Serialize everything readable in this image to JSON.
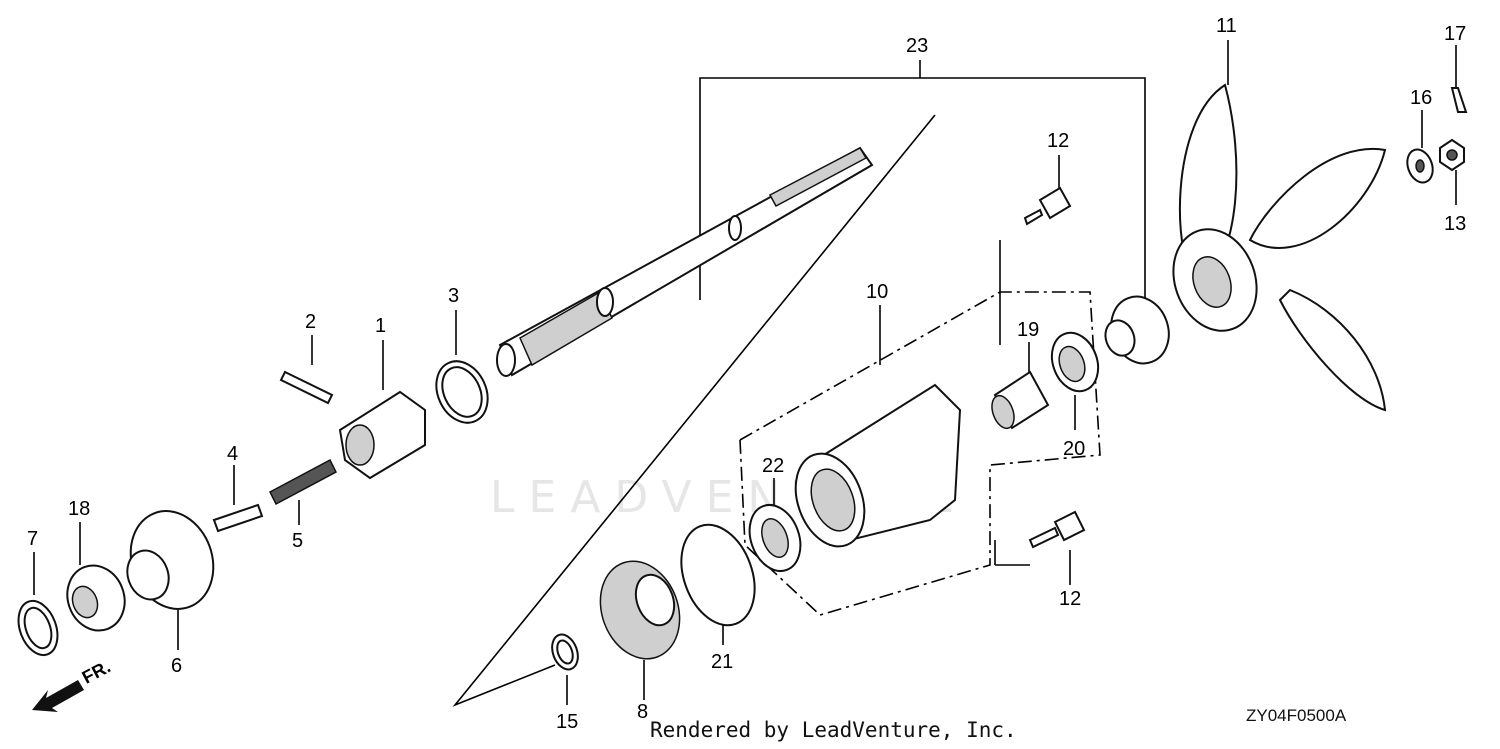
{
  "diagram": {
    "callouts": {
      "c1": "1",
      "c2": "2",
      "c3": "3",
      "c4": "4",
      "c5": "5",
      "c6": "6",
      "c7": "7",
      "c8": "8",
      "c10": "10",
      "c11": "11",
      "c12a": "12",
      "c12b": "12",
      "c13": "13",
      "c15": "15",
      "c16": "16",
      "c17": "17",
      "c18": "18",
      "c19": "19",
      "c20": "20",
      "c21": "21",
      "c22": "22",
      "c23": "23"
    },
    "front_marker": "FR.",
    "watermark": "LEADVENTURE",
    "diagram_code": "ZY04F0500A",
    "credit": "Rendered by LeadVenture, Inc."
  }
}
